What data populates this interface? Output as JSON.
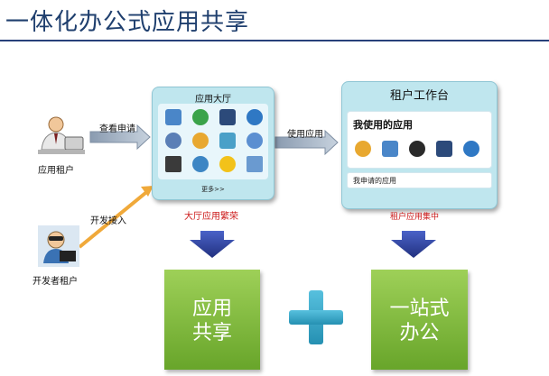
{
  "title": "一体化办公式应用共享",
  "actors": {
    "tenant_label": "应用租户",
    "developer_label": "开发者租户"
  },
  "arrows": {
    "view_apply": "查看申请",
    "dev_access": "开发接入",
    "use_app": "使用应用"
  },
  "hall": {
    "title": "应用大厅",
    "more": "更多>>",
    "caption": "大厅应用繁荣"
  },
  "workbench": {
    "title": "租户工作台",
    "my_apps": "我使用的应用",
    "my_applied": "我申请的应用",
    "caption": "租户应用集中"
  },
  "result": {
    "share_line1": "应用",
    "share_line2": "共享",
    "office_line1": "一站式",
    "office_line2": "办公"
  },
  "colors": {
    "title": "#1f3f6e",
    "panel": "#bfe6ee",
    "green": "#7dbb3a",
    "plus": "#33a6c8",
    "down_arrow": "#2c3fa0",
    "caption_red": "#cc1a1a"
  }
}
